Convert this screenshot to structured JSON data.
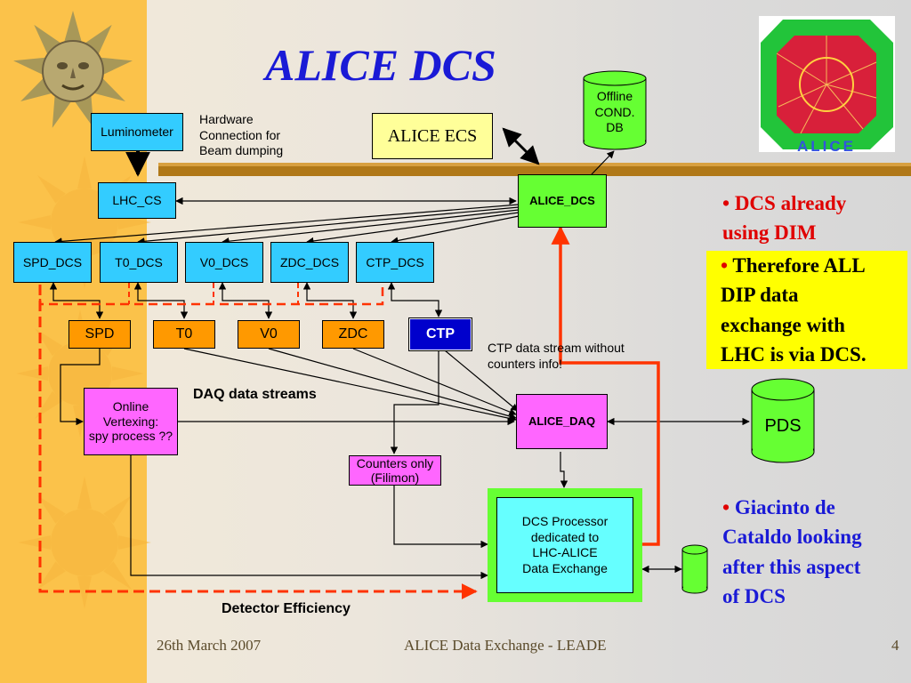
{
  "slide": {
    "title": "ALICE DCS",
    "footer_date": "26th March 2007",
    "footer_title": "ALICE Data Exchange - LEADE",
    "page_number": "4"
  },
  "diagram": {
    "luminometer": "Luminometer",
    "hw_connection": [
      "Hardware",
      "Connection for",
      "Beam dumping"
    ],
    "lhc_cs": "LHC_CS",
    "alice_ecs": "ALICE ECS",
    "offline_db": [
      "Offline",
      "COND.",
      "DB"
    ],
    "alice_dcs": "ALICE_DCS",
    "detector_dcs": [
      "SPD_DCS",
      "T0_DCS",
      "V0_DCS",
      "ZDC_DCS",
      "CTP_DCS"
    ],
    "detectors": [
      "SPD",
      "T0",
      "V0",
      "ZDC",
      "CTP"
    ],
    "ctp_note": [
      "CTP data stream without",
      "counters info!"
    ],
    "online_vertexing": [
      "Online",
      "Vertexing:",
      "spy process ??"
    ],
    "daq_streams": "DAQ data streams",
    "alice_daq": "ALICE_DAQ",
    "pds": "PDS",
    "counters": [
      "Counters only",
      "(Filimon)"
    ],
    "dcs_processor": [
      "DCS Processor",
      "dedicated to",
      "LHC-ALICE",
      "Data Exchange"
    ],
    "detector_efficiency": "Detector Efficiency"
  },
  "notes": {
    "n1_lines": [
      "DCS already",
      "using DIM"
    ],
    "n2_lines": [
      "Therefore ALL",
      "DIP data",
      "exchange with",
      "LHC is via DCS."
    ],
    "n3_lines": [
      "Giacinto de",
      "Cataldo looking",
      "after this aspect",
      "of DCS"
    ]
  },
  "logo": {
    "text": "ALICE"
  },
  "colors": {
    "title": "#1a1ad6",
    "cyan_box": "#33ccff",
    "green_box": "#66ff33",
    "orange_box": "#ff9900",
    "magenta_box": "#ff66ff",
    "ctp_box": "#0000cc",
    "red_dash": "#ff3300",
    "note_red": "#e00000",
    "note_blue": "#1a1ad6",
    "note_highlight": "#ffff00"
  }
}
